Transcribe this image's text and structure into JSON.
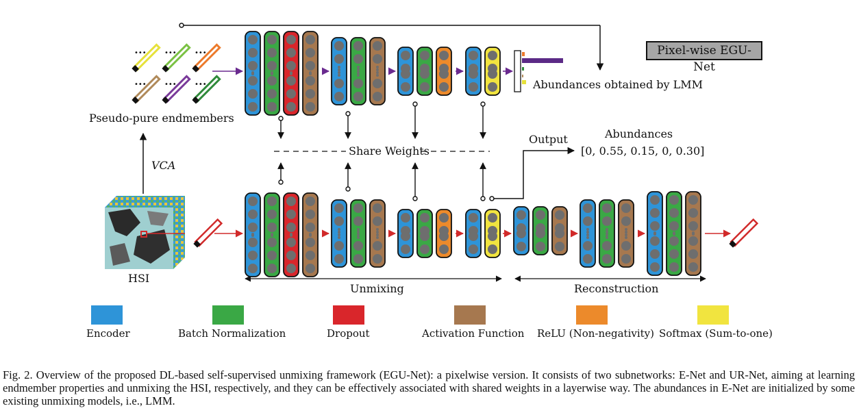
{
  "colors": {
    "encoder": "#2e94d8",
    "batch_normalization": "#3aa845",
    "dropout": "#d9262b",
    "activation_function": "#a6784f",
    "relu": "#ec8a2b",
    "softmax": "#f1e43f",
    "node": "#6e6e6e",
    "arrow_purple": "#6a2a8f",
    "arrow_red": "#d12a2a"
  },
  "diagram": {
    "badge": "Pixel-wise EGU-Net",
    "pseudo_pure_label": "Pseudo-pure endmembers",
    "vca_label": "VCA",
    "hsi_label": "HSI",
    "lmm_label": "Abundances obtained by LMM",
    "share_weights": "Share Weights",
    "output_label": "Output",
    "abundances_title": "Abundances",
    "abundances_values": "[0, 0.55, 0.15, 0, 0.30]",
    "unmixing_label": "Unmixing",
    "reconstruction_label": "Reconstruction"
  },
  "legend": [
    {
      "label": "Encoder",
      "color": "#2e94d8",
      "icon": "encoder-swatch"
    },
    {
      "label": "Batch Normalization",
      "color": "#3aa845",
      "icon": "batch-normalization-swatch"
    },
    {
      "label": "Dropout",
      "color": "#d9262b",
      "icon": "dropout-swatch"
    },
    {
      "label": "Activation Function",
      "color": "#a6784f",
      "icon": "activation-function-swatch"
    },
    {
      "label": "ReLU (Non-negativity)",
      "color": "#ec8a2b",
      "icon": "relu-swatch"
    },
    {
      "label": "Softmax (Sum-to-one)",
      "color": "#f1e43f",
      "icon": "softmax-swatch"
    }
  ],
  "caption": "Fig. 2.   Overview of the proposed DL-based self-supervised unmixing framework (EGU-Net): a pixelwise version. It consists of two subnetworks: E-Net and UR-Net, aiming at learning endmember properties and unmixing the HSI, respectively, and they can be effectively associated with shared weights in a layerwise way. The abundances in E-Net are initialized by some existing unmixing models, i.e., LMM."
}
